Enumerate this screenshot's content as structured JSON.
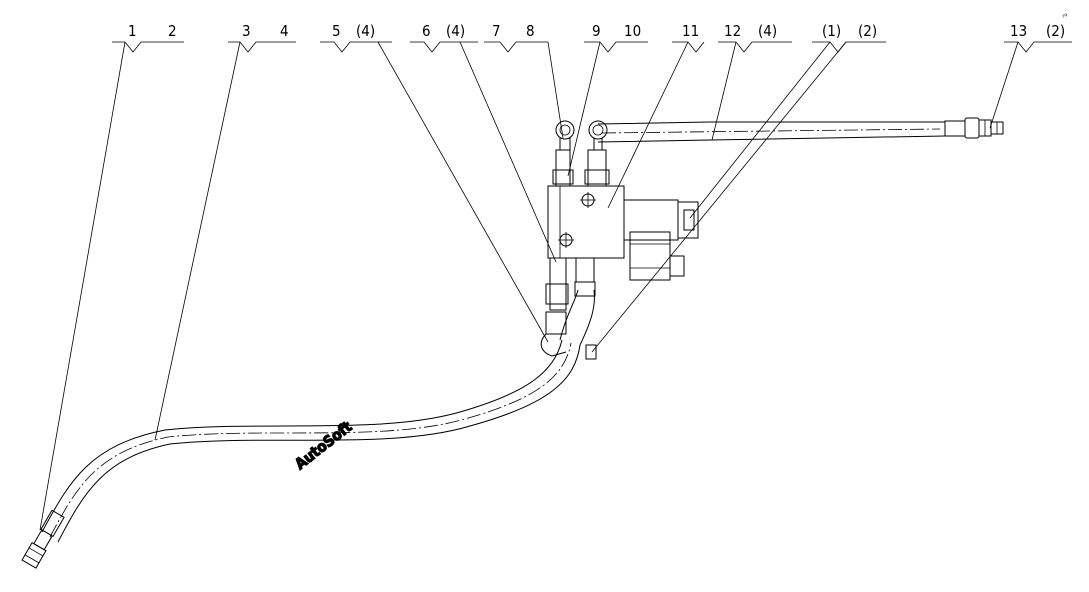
{
  "callouts": [
    {
      "a": "1",
      "b": "2"
    },
    {
      "a": "3",
      "b": "4"
    },
    {
      "a": "5",
      "b": "(4)"
    },
    {
      "a": "6",
      "b": "(4)"
    },
    {
      "a": "7",
      "b": "8"
    },
    {
      "a": "9",
      "b": "10"
    },
    {
      "a": "11",
      "b": ""
    },
    {
      "a": "12",
      "b": "(4)"
    },
    {
      "a": "(1)",
      "b": "(2)"
    },
    {
      "a": "13",
      "b": "(2)"
    }
  ],
  "watermark": "AutoSoft",
  "corner_mark": "ru"
}
